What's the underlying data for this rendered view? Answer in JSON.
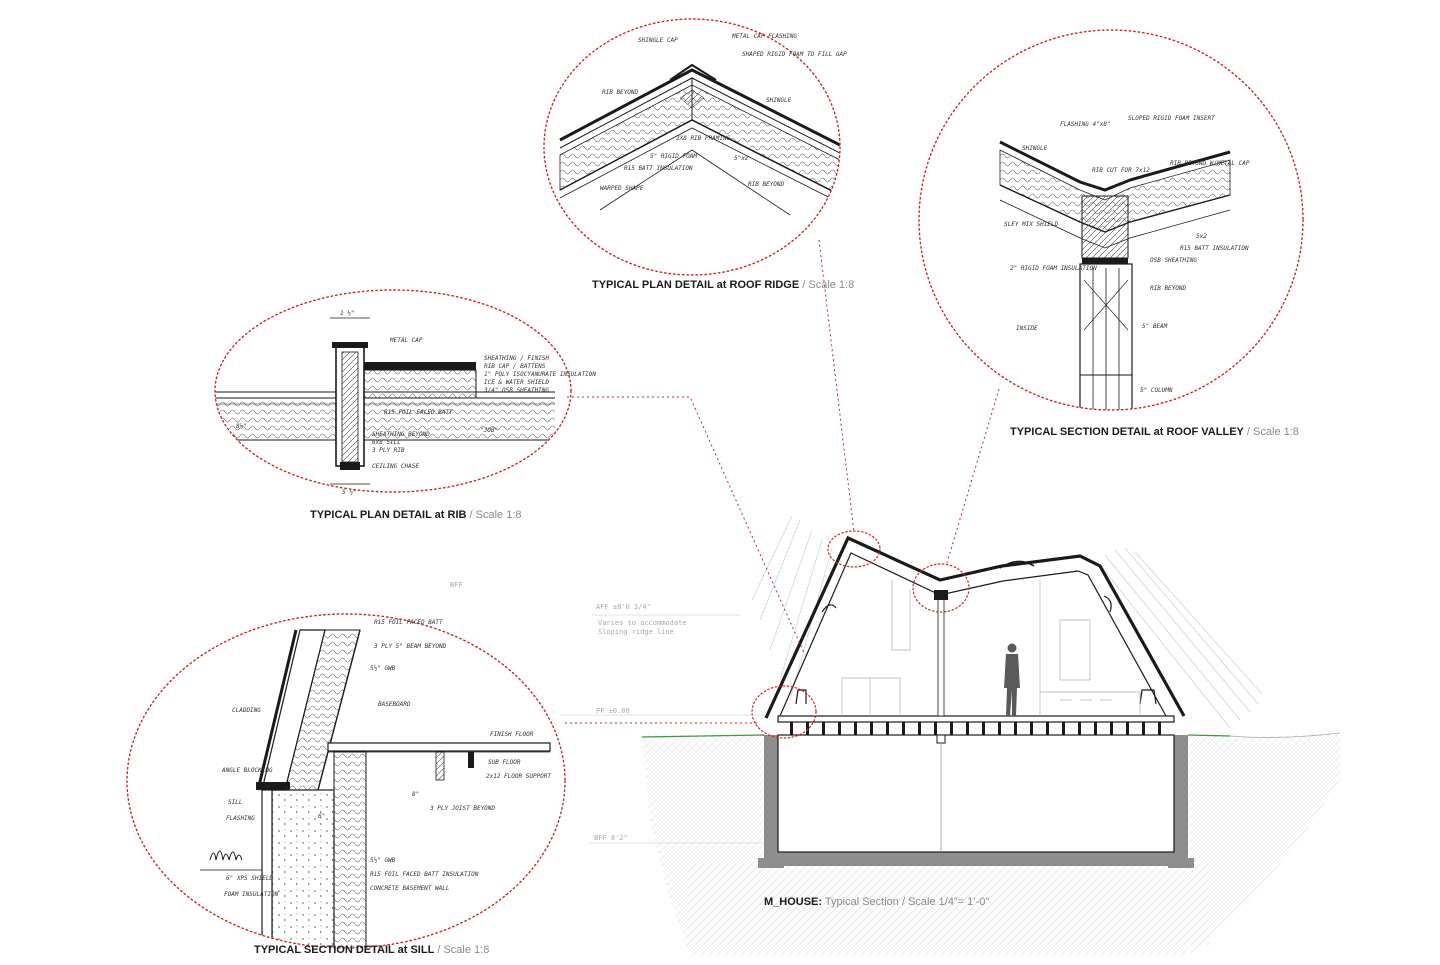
{
  "captions": {
    "roof_ridge": {
      "bold": "TYPICAL PLAN DETAIL at ROOF RIDGE",
      "sep": " / ",
      "scale": "Scale 1:8"
    },
    "roof_valley": {
      "bold": "TYPICAL SECTION DETAIL at ROOF VALLEY",
      "sep": " / ",
      "scale": "Scale 1:8"
    },
    "rib": {
      "bold": "TYPICAL PLAN DETAIL at RIB",
      "sep": " / ",
      "scale": "Scale 1:8"
    },
    "sill": {
      "bold": "TYPICAL SECTION DETAIL at SILL",
      "sep": " / ",
      "scale": "Scale 1:8"
    },
    "main": {
      "bold": "M_HOUSE:",
      "rest": " Typical Section / Scale 1/4”= 1’-0”"
    }
  },
  "levels": {
    "aff": "AFF ±8'0 3/4\"",
    "aff_note_1": "Varies to accommodate",
    "aff_note_2": "Sloping ridge line",
    "ff": "FF ±0.00",
    "bff_top": "BFF",
    "bff": "BFF 8'2\""
  },
  "ridge_notes": {
    "n1": "SHINGLE CAP",
    "n2": "METAL CAP FLASHING",
    "n3": "SHAPED RIGID FOAM TO FILL GAP",
    "n4": "RIB BEYOND",
    "n5": "SHINGLE",
    "n6": "2X8 RIB FRAMING",
    "n7": "5\" RIGID FOAM",
    "n8": "R15 BATT INSULATION",
    "n9": "WARPED SHAPE",
    "n10": "RIB BEYOND",
    "n11": "5\"x2"
  },
  "valley_notes": {
    "n1": "FLASHING 4\"x8\"",
    "n2": "SLOPED RIGID FOAM INSERT",
    "n3": "SHINGLE",
    "n4": "RIB BEYOND W/METAL CAP",
    "n5": "RIB CUT FOR 7x12",
    "n6": "SLEY MIX SHIELD",
    "n7": "2\" RIGID FOAM INSULATION",
    "n8": "OSB SHEATHING",
    "n9": "R15 BATT INSULATION",
    "n10": "RIB BEYOND",
    "n11": "INSIDE",
    "n12": "5\" BEAM",
    "n13": "5\" COLUMN",
    "n14": "5x2"
  },
  "rib_notes": {
    "dim_top": "1 ½\"",
    "n1": "METAL CAP",
    "n2": "SHEATHING / FINISH",
    "n3": "RIB CAP / BATTENS",
    "n4": "1\" POLY ISOCYANURATE INSULATION",
    "n5": "ICE & WATER SHIELD",
    "n6": "3/4\" OSB SHEATHING",
    "n7": "R15 FOIL FACED BATT",
    "n8": "\"JOB\"",
    "n9": "SHEATHING BEYOND",
    "n10": "6x8 SILL",
    "n11": "3 PLY RIB",
    "n12": "CEILING CHASE",
    "dim_bot": "5 ½\"",
    "dim_side": "8½\""
  },
  "sill_notes": {
    "n1": "R15 FOIL FACED BATT",
    "n2": "3 PLY 5\" BEAM BEYOND",
    "n3": "5½\" GWB",
    "n4": "CLADDING",
    "n5": "BASEBOARD",
    "n6": "FINISH FLOOR",
    "n7": "ANGLE BLOCKING",
    "n8": "SUB FLOOR",
    "n9": "2x12 FLOOR SUPPORT",
    "n10": "SILL",
    "n11": "FLASHING",
    "n12": "3 PLY JOIST BEYOND",
    "n13": "5½\" GWB",
    "n14": "R15 FOIL FACED BATT INSULATION",
    "n15": "CONCRETE BASEMENT WALL",
    "n16": "6\" XPS SHIELD",
    "n17": "FOAM INSULATION",
    "n18": "8\"",
    "n19": "6\""
  },
  "colors": {
    "detail_circle": "#d42222",
    "leader": "#d42222",
    "linework": "#1a1a1a",
    "grass": "#3c9a3c",
    "grey": "#9a9a9a"
  }
}
